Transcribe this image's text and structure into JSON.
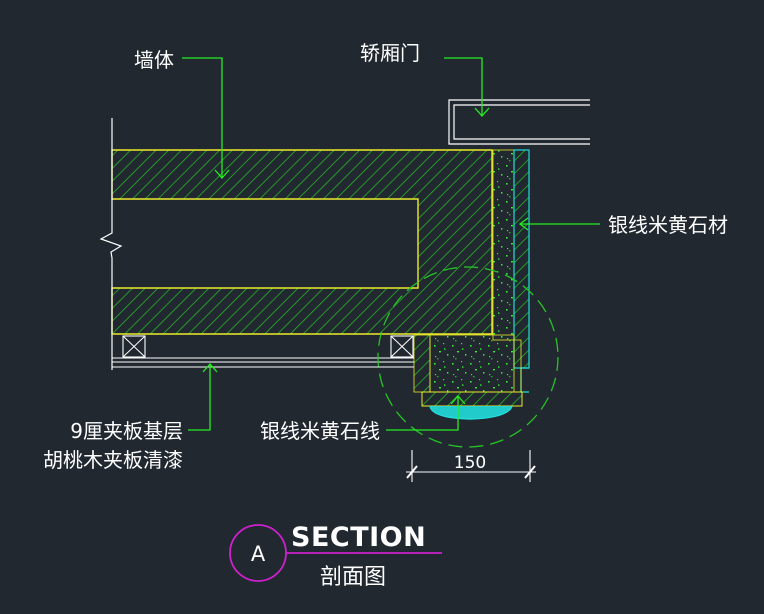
{
  "labels": {
    "wall": "墙体",
    "car_door": "轿厢门",
    "stone_panel": "银线米黄石材",
    "plywood_line1": "9厘夹板基层",
    "plywood_line2": "胡桃木夹板清漆",
    "stone_trim": "银线米黄石线"
  },
  "dimension": {
    "value": "150"
  },
  "title_block": {
    "marker": "A",
    "title": "SECTION",
    "subtitle": "剖面图"
  },
  "colors": {
    "background": "#212830",
    "hatch_green": "#27b327",
    "leader_green": "#22ee22",
    "outline_yellow": "#ecec2a",
    "cyan": "#22dddd",
    "magenta": "#cc22cc",
    "white": "#ffffff"
  }
}
